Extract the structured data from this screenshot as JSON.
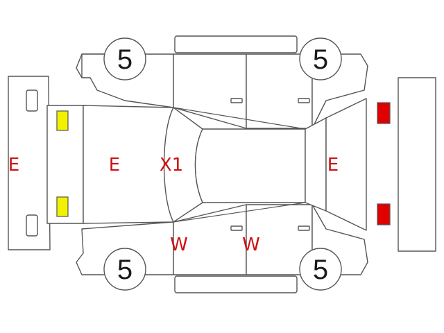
{
  "colors": {
    "outline": "#555555",
    "mark_text": "#cc1111",
    "lamp_front": "#f2f200",
    "lamp_rear": "#e00000"
  },
  "tyres": {
    "front_left": "5",
    "front_right": "5",
    "rear_left": "5",
    "rear_right": "5"
  },
  "marks": {
    "front_bumper": "E",
    "hood": "E",
    "windshield": "X1",
    "rear_bumper": "E",
    "front_door_bottom": "W",
    "rear_door_bottom": "W"
  },
  "icons": {
    "front_lamps": "square-lamp-icon",
    "rear_lamps": "square-lamp-icon"
  }
}
